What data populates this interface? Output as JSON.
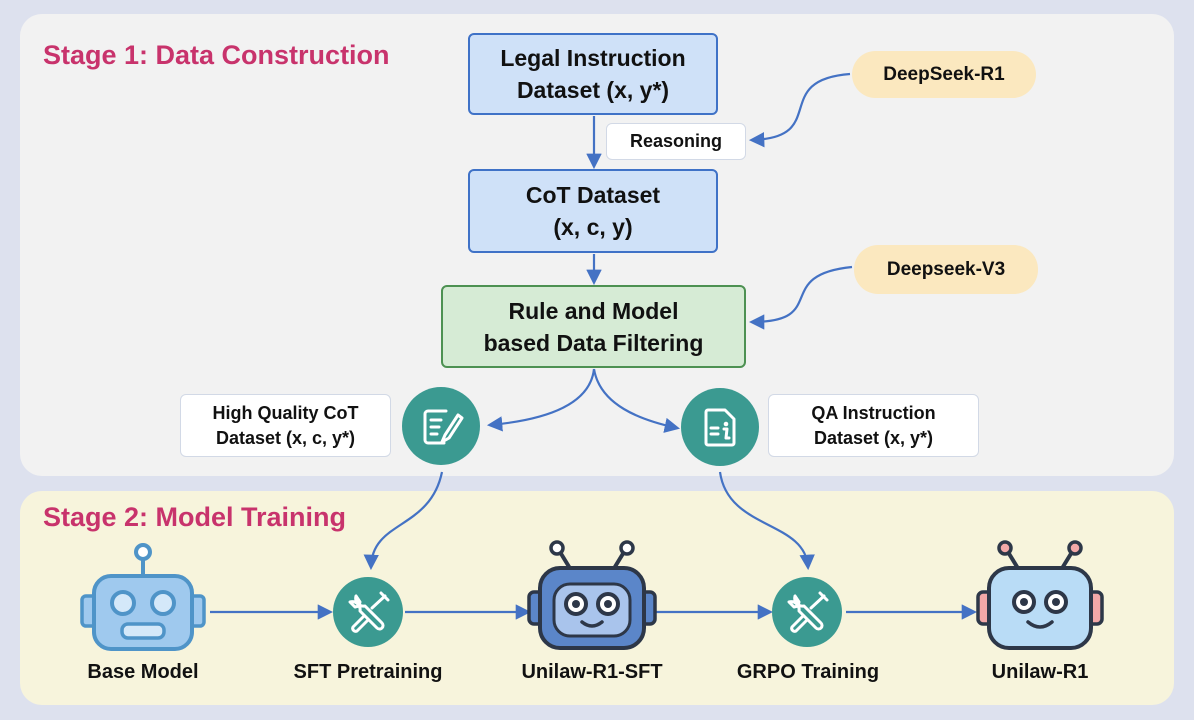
{
  "stage1": {
    "title": "Stage 1: Data Construction"
  },
  "stage2": {
    "title": "Stage 2: Model Training"
  },
  "boxes": {
    "legal_dataset": {
      "line1": "Legal Instruction",
      "line2": "Dataset (x, y*)"
    },
    "cot_dataset": {
      "line1": "CoT Dataset",
      "line2": "(x, c, y)"
    },
    "filtering": {
      "line1": "Rule and Model",
      "line2": "based Data Filtering"
    },
    "deepseek_r1": "DeepSeek-R1",
    "deepseek_v3": "Deepseek-V3",
    "reasoning": "Reasoning",
    "high_quality": {
      "line1": "High Quality CoT",
      "line2": "Dataset (x, c, y*)"
    },
    "qa_instruction": {
      "line1": "QA Instruction",
      "line2": "Dataset (x, y*)"
    }
  },
  "pipeline": {
    "base_model": "Base Model",
    "sft_pretraining": "SFT Pretraining",
    "unilaw_sft": "Unilaw-R1-SFT",
    "grpo_training": "GRPO Training",
    "unilaw_r1": "Unilaw-R1"
  },
  "colors": {
    "stage_title": "#c8336c",
    "arrow": "#4472c4",
    "blue_box_fill": "#cfe1f8",
    "green_box_fill": "#d6ebd5",
    "pill_fill": "#fbe8bf",
    "icon_circle": "#3b9a91"
  }
}
